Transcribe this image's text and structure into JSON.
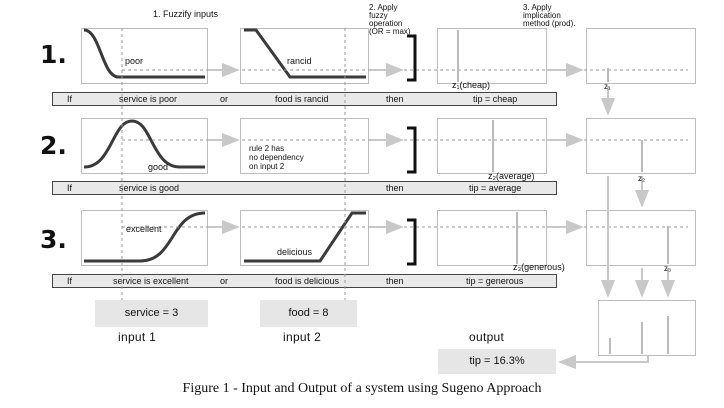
{
  "headers": {
    "step1": "1. Fuzzify inputs",
    "step2": "2. Apply\nfuzzy\noperation\n(OR = max)",
    "step3": "3. Apply\nimplication\nmethod (prod)."
  },
  "row_numbers": [
    "1.",
    "2.",
    "3."
  ],
  "membership_labels": {
    "poor": "poor",
    "rancid": "rancid",
    "good": "good",
    "excellent": "excellent",
    "delicious": "delicious"
  },
  "rule2_note": "rule 2 has\nno dependency\non input 2",
  "z_labels": {
    "z1_out": "z₁(cheap)",
    "z2_out": "z₂(average)",
    "z3_out": "z₃(generous)",
    "z1": "z₁",
    "z2": "z₂",
    "z3": "z₃"
  },
  "rules": [
    {
      "if": "If",
      "ant1": "service is poor",
      "op": "or",
      "ant2": "food is rancid",
      "then": "then",
      "cons": "tip = cheap"
    },
    {
      "if": "If",
      "ant1": "service is good",
      "op": "",
      "ant2": "",
      "then": "then",
      "cons": "tip = average"
    },
    {
      "if": "If",
      "ant1": "service is excellent",
      "op": "or",
      "ant2": "food is delicious",
      "then": "then",
      "cons": "tip = generous"
    }
  ],
  "inputs": {
    "service_value": "service = 3",
    "food_value": "food = 8",
    "input1_label": "input 1",
    "input2_label": "input 2",
    "output_label": "output",
    "tip_result": "tip = 16.3%"
  },
  "caption": "Figure 1 - Input and Output of a system using Sugeno Approach"
}
